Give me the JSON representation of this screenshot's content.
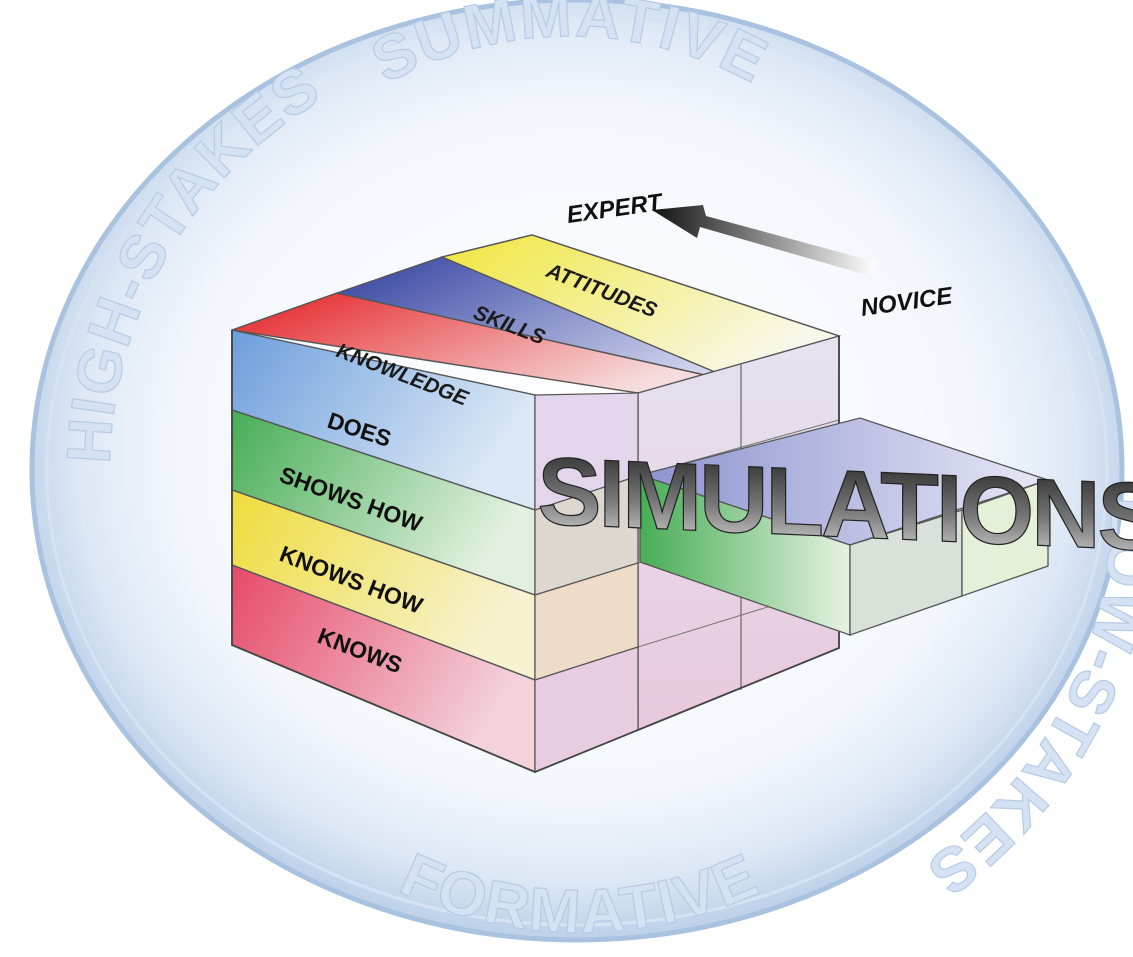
{
  "outer_ring": {
    "top": "SUMMATIVE",
    "left": "HIGH-STAKES",
    "right": "LOW-STAKES",
    "bottom": "FORMATIVE"
  },
  "arrow": {
    "start": "NOVICE",
    "end": "EXPERT"
  },
  "domains": [
    "KNOWLEDGE",
    "SKILLS",
    "ATTITUDES"
  ],
  "levels": [
    "DOES",
    "SHOWS HOW",
    "KNOWS HOW",
    "KNOWS"
  ],
  "extension": "SIMULATIONS",
  "colors": {
    "sphere_edge": "#a9c2e0",
    "ring_text": "#d4e2f3",
    "knowledge": "#e8262a",
    "skills": "#3b4fa8",
    "attitudes": "#f0e84a",
    "does": "#6f9fd8",
    "shows_how": "#4fae5c",
    "knows_how": "#efe25a",
    "knows": "#e8506a"
  }
}
